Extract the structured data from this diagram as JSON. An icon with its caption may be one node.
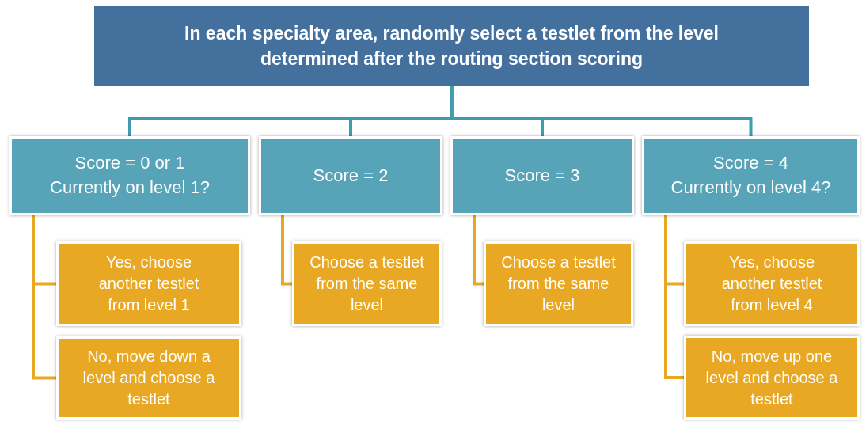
{
  "diagram": {
    "nodes": [
      {
        "text": [
          "In each specialty area, randomly select a testlet from the level determined after the routing section scoring"
        ]
      },
      {
        "text": [
          "Score = 0 or 1",
          "Currently on level 1?"
        ]
      },
      {
        "text": [
          "Yes, choose another testlet from level 1"
        ]
      },
      {
        "text": [
          "No, move down a level and choose a testlet"
        ]
      },
      {
        "text": [
          "Score = 2"
        ]
      },
      {
        "text": [
          "Choose a testlet from the same level"
        ]
      },
      {
        "text": [
          "Score = 3"
        ]
      },
      {
        "text": [
          "Choose a testlet from the same level"
        ]
      },
      {
        "text": [
          "Score = 4",
          "Currently on level 4?"
        ]
      },
      {
        "text": [
          "Yes, choose another testlet from level 4"
        ]
      },
      {
        "text": [
          "No, move up one level and choose a testlet"
        ]
      }
    ],
    "edges": [
      {
        "from": 0,
        "to": 1,
        "arrow": "none",
        "color": "#3f9bb0"
      },
      {
        "from": 0,
        "to": 4,
        "arrow": "none",
        "color": "#3f9bb0"
      },
      {
        "from": 0,
        "to": 6,
        "arrow": "none",
        "color": "#3f9bb0"
      },
      {
        "from": 0,
        "to": 8,
        "arrow": "none",
        "color": "#3f9bb0"
      },
      {
        "from": 1,
        "to": 2,
        "arrow": "none"
      },
      {
        "from": 1,
        "to": 3,
        "arrow": "none"
      },
      {
        "from": 4,
        "to": 5,
        "arrow": "none"
      },
      {
        "from": 6,
        "to": 7,
        "arrow": "none"
      },
      {
        "from": 8,
        "to": 9,
        "arrow": "none"
      },
      {
        "from": 8,
        "to": 10,
        "arrow": "none"
      }
    ]
  }
}
